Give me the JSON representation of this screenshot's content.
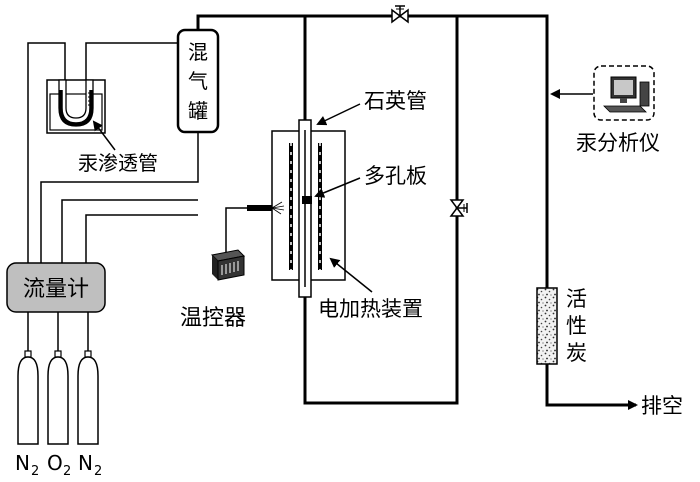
{
  "labels": {
    "mixer_line1": "混",
    "mixer_line2": "气",
    "mixer_line3": "罐",
    "permeation_tube": "汞渗透管",
    "quartz_tube": "石英管",
    "porous_plate": "多孔板",
    "mercury_analyzer": "汞分析仪",
    "flowmeter": "流量计",
    "temp_controller": "温控器",
    "electric_heater": "电加热装置",
    "carbon_line1": "活",
    "carbon_line2": "性",
    "carbon_line3": "炭",
    "exhaust": "排空",
    "cyl1_main": "N",
    "cyl1_sub": "2",
    "cyl2_main": "O",
    "cyl2_sub": "2",
    "cyl3_main": "N",
    "cyl3_sub": "2"
  },
  "colors": {
    "line": "#000000",
    "flowmeter_fill": "#bfbfbf",
    "background": "#ffffff"
  },
  "icons": [
    "valve-icon",
    "computer-icon",
    "temperature-controller-icon",
    "gas-cylinder-icon",
    "arrow-icon"
  ]
}
